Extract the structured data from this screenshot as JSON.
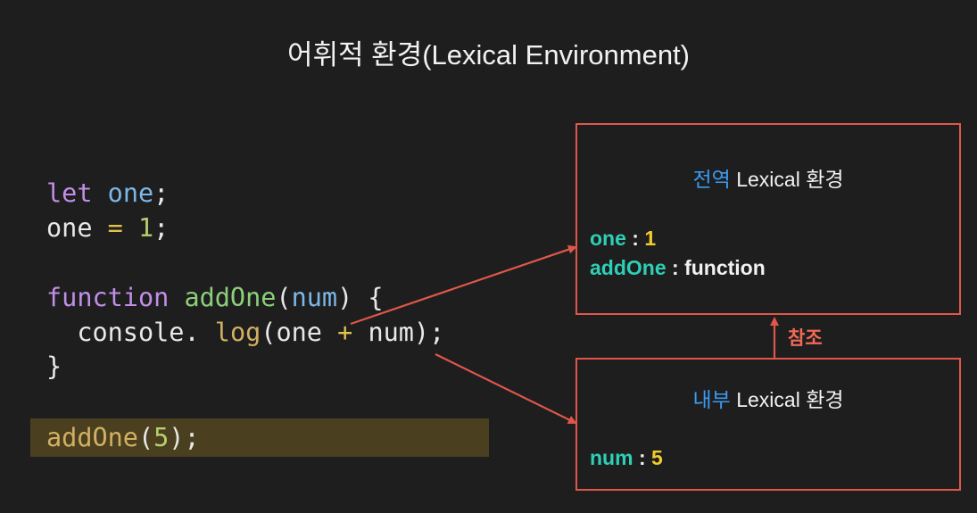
{
  "title": "어휘적 환경(Lexical Environment)",
  "code": {
    "line1": {
      "kw": "let",
      "var": "one",
      "end": ";"
    },
    "line2": {
      "var": "one",
      "op": "=",
      "num": "1",
      "end": ";"
    },
    "line3": {
      "kw": "function",
      "fn": "addOne",
      "open": "(",
      "param": "num",
      "close": ")",
      "brace": "{"
    },
    "line4": {
      "obj": "console",
      "dot": ".",
      "method": "log",
      "open": "(",
      "a": "one",
      "op": "+",
      "b": "num",
      "close": ");"
    },
    "line5": {
      "brace": "}"
    },
    "line6": {
      "fn": "addOne",
      "open": "(",
      "num": "5",
      "close": ");"
    }
  },
  "global_env": {
    "scope": "전역",
    "label": "Lexical 환경",
    "entries": [
      {
        "key": "one",
        "sep": " : ",
        "value": "1"
      },
      {
        "key": "addOne",
        "sep": " : ",
        "value": "function"
      }
    ]
  },
  "inner_env": {
    "scope": "내부",
    "label": "Lexical 환경",
    "entries": [
      {
        "key": "num",
        "sep": " : ",
        "value": "5"
      }
    ]
  },
  "reference_label": "참조",
  "colors": {
    "background": "#1e1e1e",
    "box_border": "#e0574a",
    "arrow": "#e0574a",
    "scope_word": "#3c9bf0",
    "entry_key": "#2ecfb6",
    "entry_value": "#f2cc2c",
    "highlight": "#4a3f1f"
  }
}
